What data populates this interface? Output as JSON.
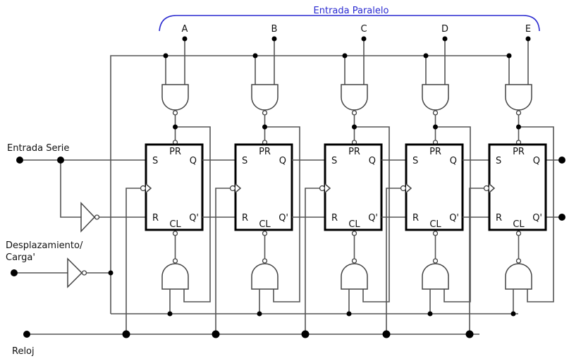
{
  "diagram": {
    "title": "Entrada Paralelo",
    "title_color": "#2a2ad0",
    "parallel_inputs": [
      "A",
      "B",
      "C",
      "D",
      "E"
    ],
    "left_inputs": {
      "serial": "Entrada Serie",
      "shift_load_line1": "Desplazamiento/",
      "shift_load_line2": "Carga'",
      "clock": "Reloj"
    },
    "flip_flops": [
      {
        "id": "ff1",
        "pins": {
          "pr": "PR",
          "s": "S",
          "q": "Q",
          "r": "R",
          "qn": "Q'",
          "cl": "CL"
        }
      },
      {
        "id": "ff2",
        "pins": {
          "pr": "PR",
          "s": "S",
          "q": "Q",
          "r": "R",
          "qn": "Q'",
          "cl": "CL"
        }
      },
      {
        "id": "ff3",
        "pins": {
          "pr": "PR",
          "s": "S",
          "q": "Q",
          "r": "R",
          "qn": "Q'",
          "cl": "CL"
        }
      },
      {
        "id": "ff4",
        "pins": {
          "pr": "PR",
          "s": "S",
          "q": "Q",
          "r": "R",
          "qn": "Q'",
          "cl": "CL"
        }
      },
      {
        "id": "ff5",
        "pins": {
          "pr": "PR",
          "s": "S",
          "q": "Q",
          "r": "R",
          "qn": "Q'",
          "cl": "CL"
        }
      }
    ]
  }
}
